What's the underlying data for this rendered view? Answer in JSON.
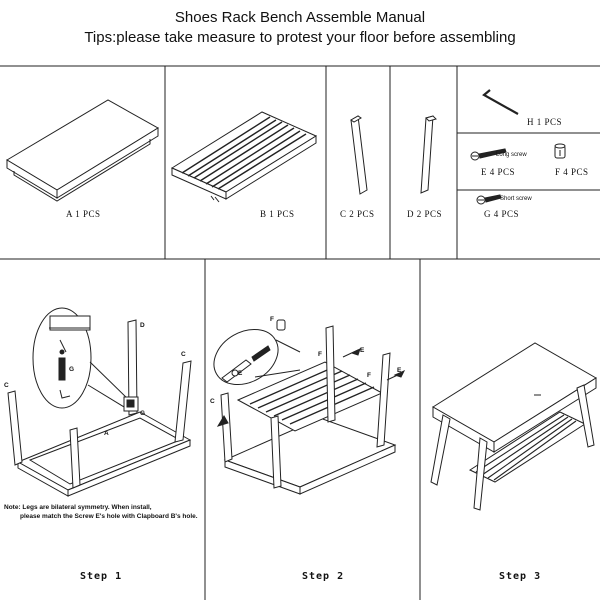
{
  "header": {
    "title": "Shoes Rack Bench Assemble Manual",
    "subtitle": "Tips:please take measure to protest your floor before assembling"
  },
  "parts": {
    "a": "A   1 PCS",
    "b": "B   1 PCS",
    "c": "C   2 PCS",
    "d": "D   2 PCS",
    "h": "H   1 PCS",
    "e": "E   4 PCS",
    "f": "F   4 PCS",
    "g": "G   4 PCS",
    "long_screw": "Long screw",
    "short_screw": "Short screw"
  },
  "steps": {
    "step1": "Step 1",
    "step2": "Step 2",
    "step3": "Step 3"
  },
  "note": {
    "line1": "Note: Legs are bilateral symmetry. When install,",
    "line2": "please match the Screw E's hole  with Clapboard B's hole."
  },
  "callouts": {
    "c": "C",
    "d": "D",
    "a": "A",
    "g": "G",
    "e": "E",
    "f": "F"
  }
}
